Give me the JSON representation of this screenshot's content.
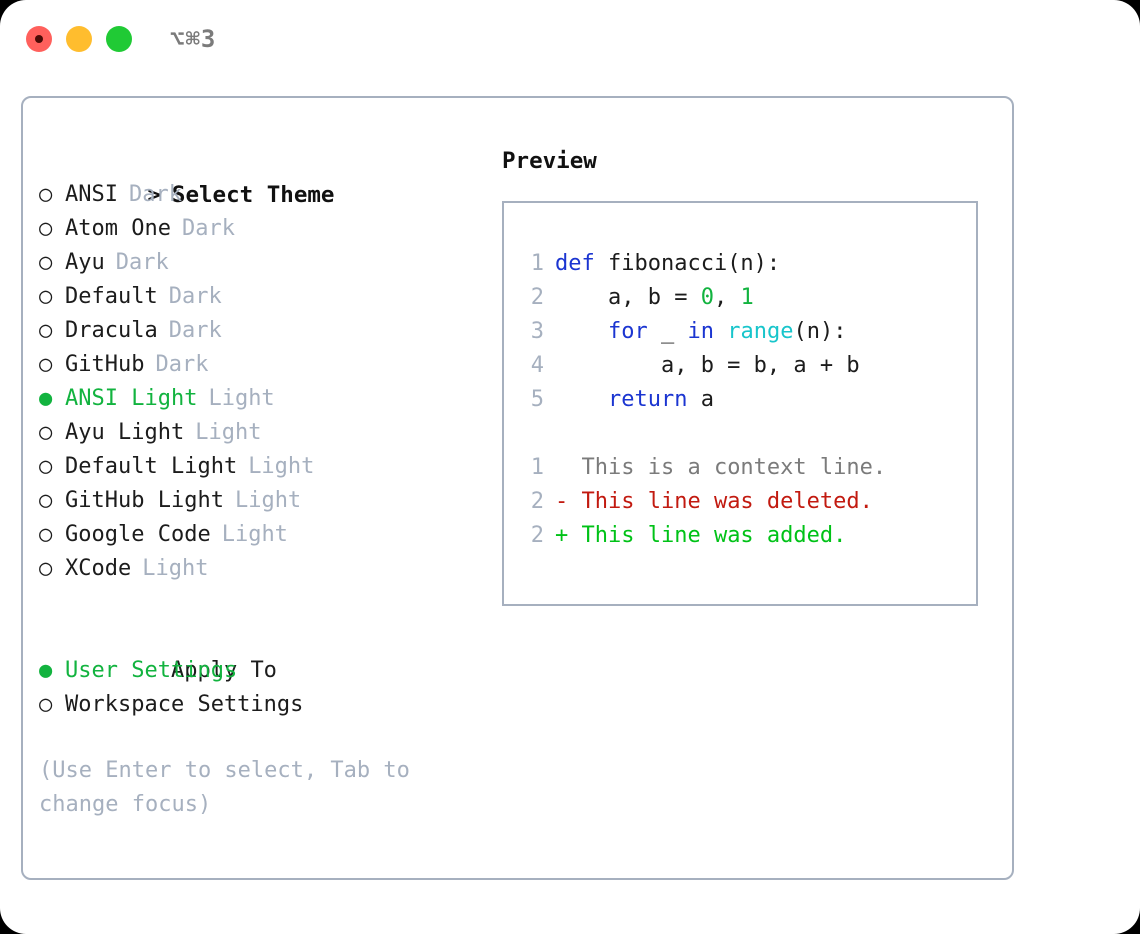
{
  "window": {
    "title": "⌥⌘3",
    "traffic_lights": [
      "close-red",
      "minimize-amber",
      "maximize-green"
    ]
  },
  "theme_picker": {
    "header_marker": ">",
    "header": "Select Theme",
    "bullet_unselected": "○",
    "bullet_selected": "●",
    "items": [
      {
        "name": "ANSI",
        "kind": "Dark",
        "selected": false
      },
      {
        "name": "Atom One",
        "kind": "Dark",
        "selected": false
      },
      {
        "name": "Ayu",
        "kind": "Dark",
        "selected": false
      },
      {
        "name": "Default",
        "kind": "Dark",
        "selected": false
      },
      {
        "name": "Dracula",
        "kind": "Dark",
        "selected": false
      },
      {
        "name": "GitHub",
        "kind": "Dark",
        "selected": false
      },
      {
        "name": "ANSI Light",
        "kind": "Light",
        "selected": true
      },
      {
        "name": "Ayu Light",
        "kind": "Light",
        "selected": false
      },
      {
        "name": "Default Light",
        "kind": "Light",
        "selected": false
      },
      {
        "name": "GitHub Light",
        "kind": "Light",
        "selected": false
      },
      {
        "name": "Google Code",
        "kind": "Light",
        "selected": false
      },
      {
        "name": "XCode",
        "kind": "Light",
        "selected": false
      }
    ]
  },
  "apply_to": {
    "header": "Apply To",
    "items": [
      {
        "label": "User Settings",
        "selected": true
      },
      {
        "label": "Workspace Settings",
        "selected": false
      }
    ]
  },
  "hint": "(Use Enter to select, Tab to change focus)",
  "preview": {
    "title": "Preview",
    "code_lines": [
      {
        "num": "1",
        "tokens": [
          {
            "t": "def ",
            "c": "kw"
          },
          {
            "t": "fibonacci(n):",
            "c": "fn"
          }
        ]
      },
      {
        "num": "2",
        "tokens": [
          {
            "t": "    a, b = ",
            "c": "pl"
          },
          {
            "t": "0",
            "c": "num"
          },
          {
            "t": ", ",
            "c": "pl"
          },
          {
            "t": "1",
            "c": "num"
          }
        ]
      },
      {
        "num": "3",
        "tokens": [
          {
            "t": "    ",
            "c": "pl"
          },
          {
            "t": "for",
            "c": "kw"
          },
          {
            "t": " _ ",
            "c": "pl"
          },
          {
            "t": "in",
            "c": "kw"
          },
          {
            "t": " ",
            "c": "pl"
          },
          {
            "t": "range",
            "c": "call"
          },
          {
            "t": "(n):",
            "c": "pl"
          }
        ]
      },
      {
        "num": "4",
        "tokens": [
          {
            "t": "        a, b = b, a + b",
            "c": "pl"
          }
        ]
      },
      {
        "num": "5",
        "tokens": [
          {
            "t": "    ",
            "c": "pl"
          },
          {
            "t": "return",
            "c": "kw"
          },
          {
            "t": " a",
            "c": "pl"
          }
        ]
      }
    ],
    "diff_lines": [
      {
        "num": "1",
        "marker": " ",
        "text": " This is a context line.",
        "kind": "ctx"
      },
      {
        "num": "2",
        "marker": "-",
        "text": " This line was deleted.",
        "kind": "del"
      },
      {
        "num": "2",
        "marker": "+",
        "text": " This line was added.",
        "kind": "add"
      }
    ]
  },
  "colors": {
    "accent_green": "#12b33f",
    "muted": "#a6b0bf",
    "keyword_blue": "#1b35d1",
    "call_cyan": "#18c5cb",
    "number_green": "#12b33f",
    "diff_delete_red": "#c21a10",
    "diff_add_green": "#00c217",
    "border": "#a6b0bf",
    "traffic_red": "#ff605c",
    "traffic_amber": "#ffbd2e",
    "traffic_green": "#20ca35"
  }
}
